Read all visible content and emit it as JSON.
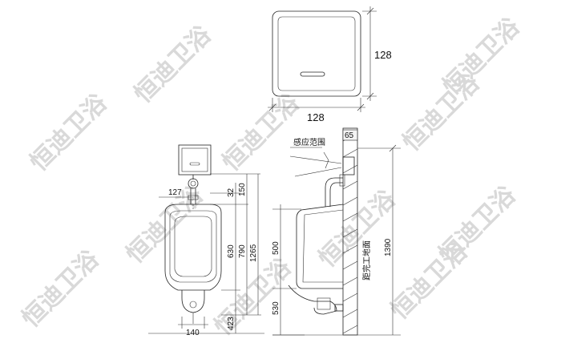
{
  "watermark": {
    "text": "恒迪卫浴"
  },
  "sensor_panel": {
    "width_label": "128",
    "height_label": "128"
  },
  "front_view": {
    "dims": {
      "d127": "127",
      "d32": "32",
      "d150": "150",
      "d630": "630",
      "d790": "790",
      "d1265": "1265",
      "d423": "423",
      "d140": "140"
    }
  },
  "side_view": {
    "sensor_range_label": "感应范围",
    "box_label": "65",
    "dims": {
      "d500": "500",
      "d530": "530",
      "d1390": "1390"
    },
    "floor_label": "距完工地面"
  }
}
